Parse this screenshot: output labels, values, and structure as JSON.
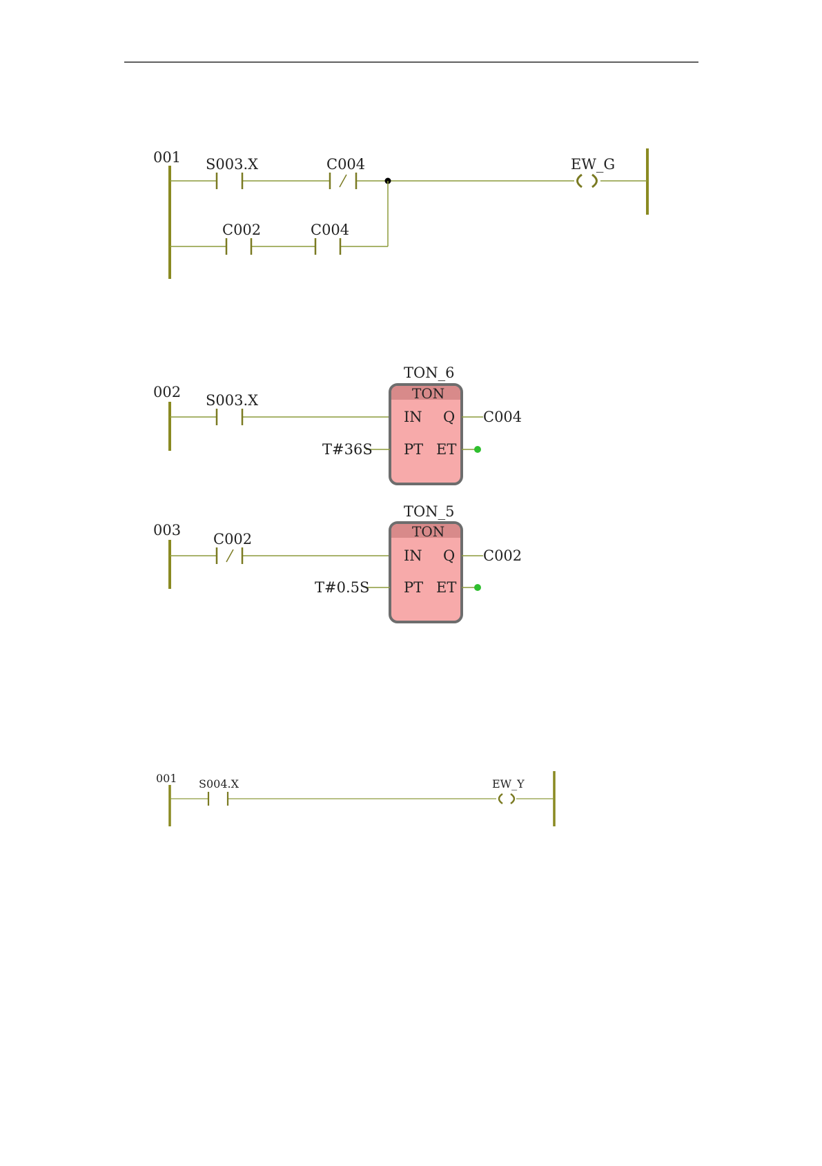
{
  "colors": {
    "rail": "#8a8a22",
    "wire": "#8c9a3a",
    "contact": "#7a7a22",
    "block_fill": "#f7aaaa",
    "block_header": "#d88a8a",
    "block_border": "#6d6d6d",
    "et_dot": "#2fbf2f",
    "junction": "#000000",
    "header_rule": "#000000"
  },
  "diagram1": {
    "rung001": {
      "number": "001",
      "contact_s003": "S003.X",
      "contact_c004_nc": "C004",
      "contact_c002": "C002",
      "contact_c004": "C004",
      "coil": "EW_G"
    },
    "rung002": {
      "number": "002",
      "contact": "S003.X",
      "instance": "TON_6",
      "block_type": "TON",
      "pin_in": "IN",
      "pin_pt": "PT",
      "pin_q": "Q",
      "pin_et": "ET",
      "pt_value": "T#36S",
      "q_output": "C004"
    },
    "rung003": {
      "number": "003",
      "contact_nc": "C002",
      "instance": "TON_5",
      "block_type": "TON",
      "pin_in": "IN",
      "pin_pt": "PT",
      "pin_q": "Q",
      "pin_et": "ET",
      "pt_value": "T#0.5S",
      "q_output": "C002"
    }
  },
  "diagram2": {
    "rung001": {
      "number": "001",
      "contact": "S004.X",
      "coil": "EW_Y"
    }
  }
}
